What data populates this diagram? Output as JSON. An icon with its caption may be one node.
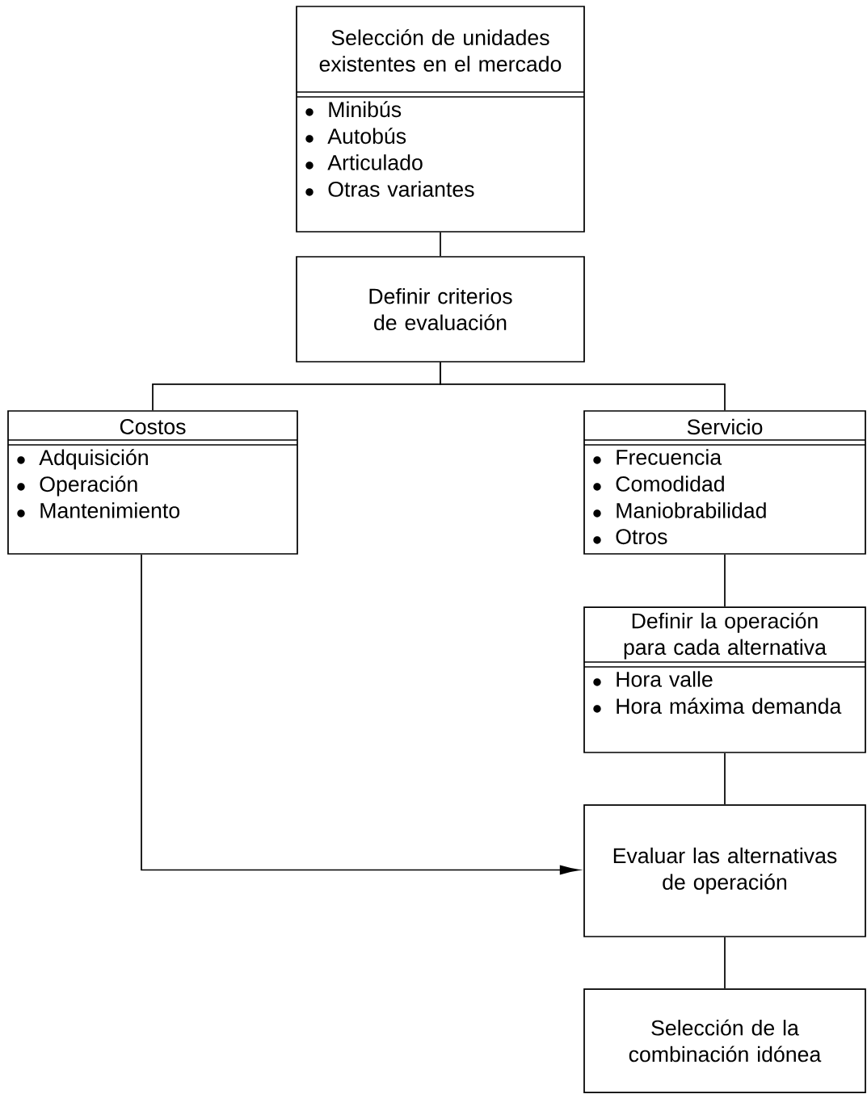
{
  "diagram": {
    "nodes": [
      {
        "text": [
          "Selección de unidades existentes en el mercado",
          "Minibús",
          "Autobús",
          "Articulado",
          "Otras variantes"
        ]
      },
      {
        "text": [
          "Definir criterios de evaluación"
        ]
      },
      {
        "text": [
          "Costos",
          "Adquisición",
          "Operación",
          "Mantenimiento"
        ]
      },
      {
        "text": [
          "Servicio",
          "Frecuencia",
          "Comodidad",
          "Maniobrabilidad",
          "Otros"
        ]
      },
      {
        "text": [
          "Definir la operación para cada alternativa",
          "Hora valle",
          "Hora máxima demanda"
        ]
      },
      {
        "text": [
          "Evaluar las alternativas de operación"
        ]
      },
      {
        "text": [
          "Selección de la combinación idónea"
        ]
      }
    ],
    "edges": [
      {
        "from": 0,
        "to": 1,
        "arrow": "none"
      },
      {
        "from": 1,
        "to": 2,
        "arrow": "none"
      },
      {
        "from": 1,
        "to": 3,
        "arrow": "none"
      },
      {
        "from": 3,
        "to": 4,
        "arrow": "none"
      },
      {
        "from": 4,
        "to": 5,
        "arrow": "none"
      },
      {
        "from": 2,
        "to": 5,
        "arrow": "to"
      },
      {
        "from": 5,
        "to": 6,
        "arrow": "none"
      }
    ]
  }
}
